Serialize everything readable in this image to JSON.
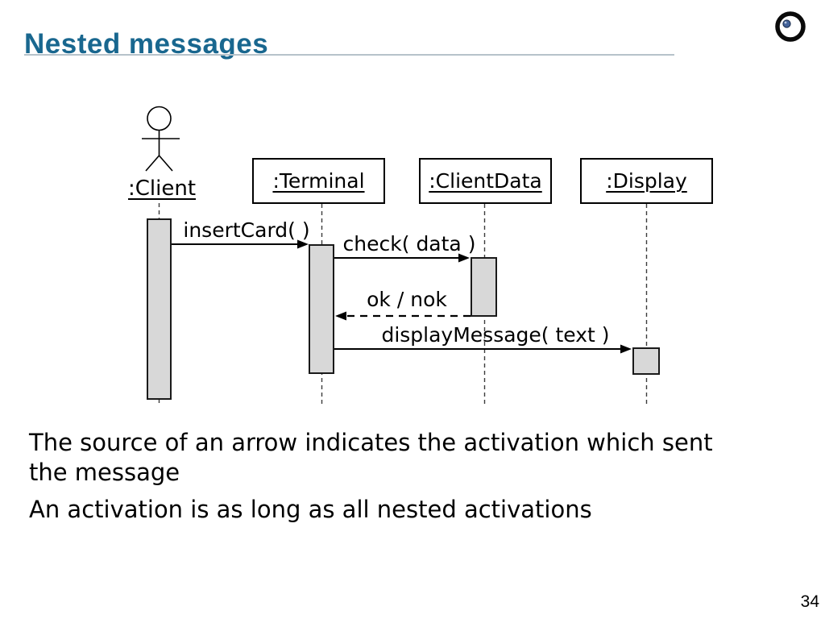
{
  "slide": {
    "title": "Nested messages",
    "page_number": "34",
    "logo_icon": "circle-dot-logo"
  },
  "diagram": {
    "type": "uml-sequence-diagram",
    "actor": {
      "label": ":Client"
    },
    "lifelines": [
      {
        "label": ":Terminal"
      },
      {
        "label": ":ClientData"
      },
      {
        "label": ":Display"
      }
    ],
    "messages": [
      {
        "label": "insertCard( )",
        "from": ":Client",
        "to": ":Terminal",
        "style": "solid"
      },
      {
        "label": "check( data )",
        "from": ":Terminal",
        "to": ":ClientData",
        "style": "solid"
      },
      {
        "label": "ok / nok",
        "from": ":ClientData",
        "to": ":Terminal",
        "style": "dashed-return"
      },
      {
        "label": "displayMessage( text )",
        "from": ":Terminal",
        "to": ":Display",
        "style": "solid"
      }
    ]
  },
  "notes": [
    {
      "lines": [
        "The source of an arrow indicates the activation which sent",
        "the message"
      ]
    },
    {
      "lines": [
        "An activation is as long as all nested activations"
      ]
    }
  ],
  "colors": {
    "title": "#19678f",
    "divider": "#b6c2ca",
    "activation_fill": "#d8d8d8",
    "line": "#000000"
  }
}
